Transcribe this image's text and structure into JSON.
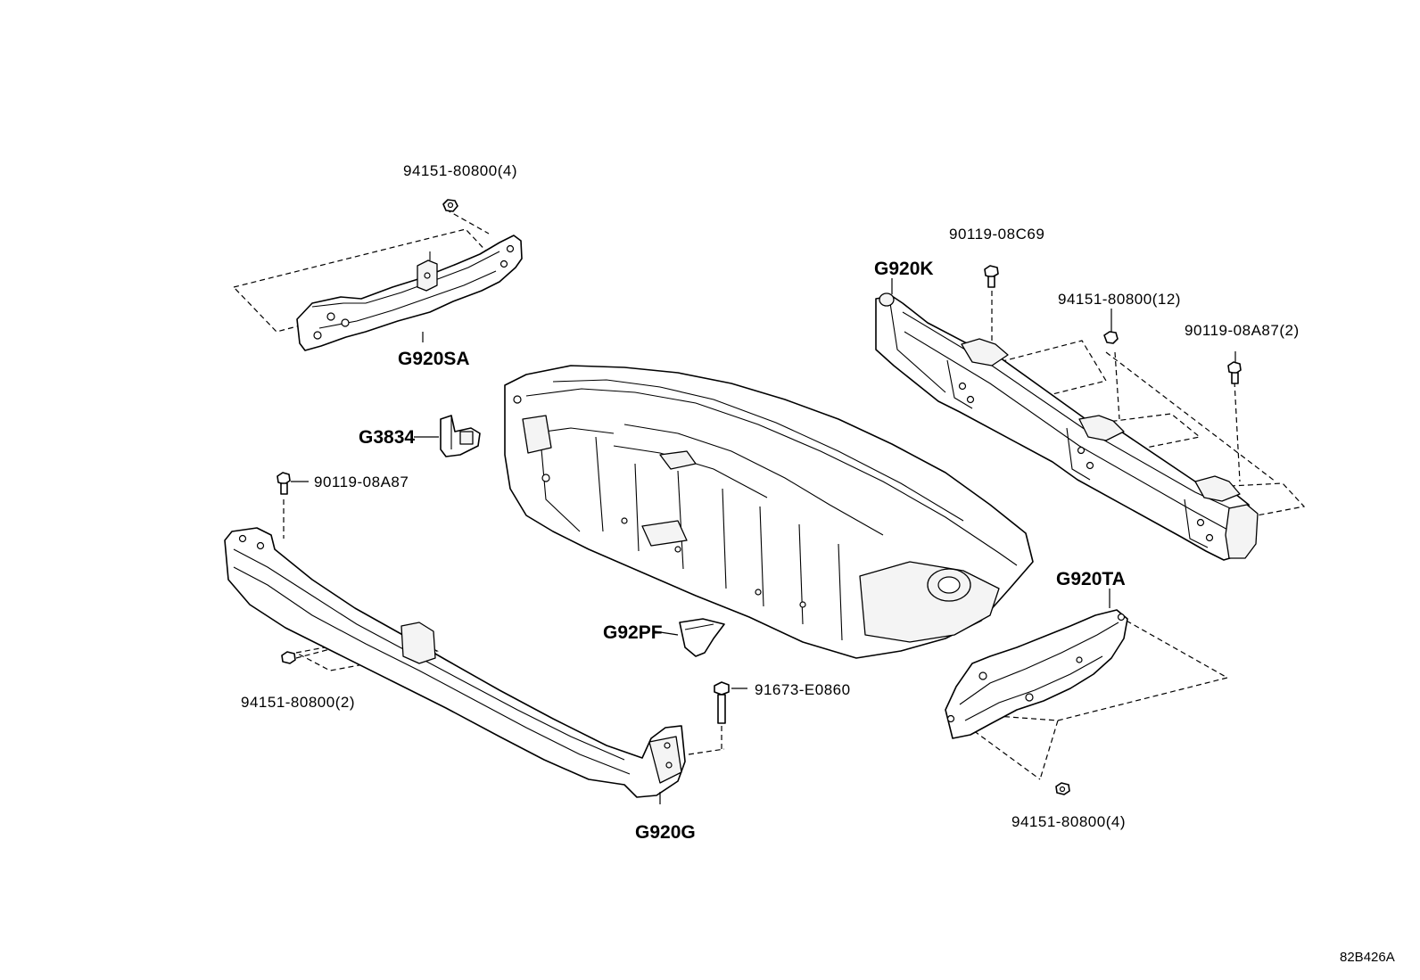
{
  "diagram_id": "82B426A",
  "labels": {
    "nut_top_left": "94151-80800(4)",
    "bracket_top_left": "G920SA",
    "bolt_top_right": "90119-08C69",
    "bracket_top_right": "G920K",
    "nut_top_right": "94151-80800(12)",
    "bolt_far_right": "90119-08A87(2)",
    "clip_left": "G3834",
    "bolt_left": "90119-08A87",
    "nut_left_bottom": "94151-80800(2)",
    "bracket_bottom_left": "G920G",
    "clip_center": "G92PF",
    "bolt_center": "91673-E0860",
    "bracket_right": "G920TA",
    "nut_bottom_right": "94151-80800(4)"
  }
}
